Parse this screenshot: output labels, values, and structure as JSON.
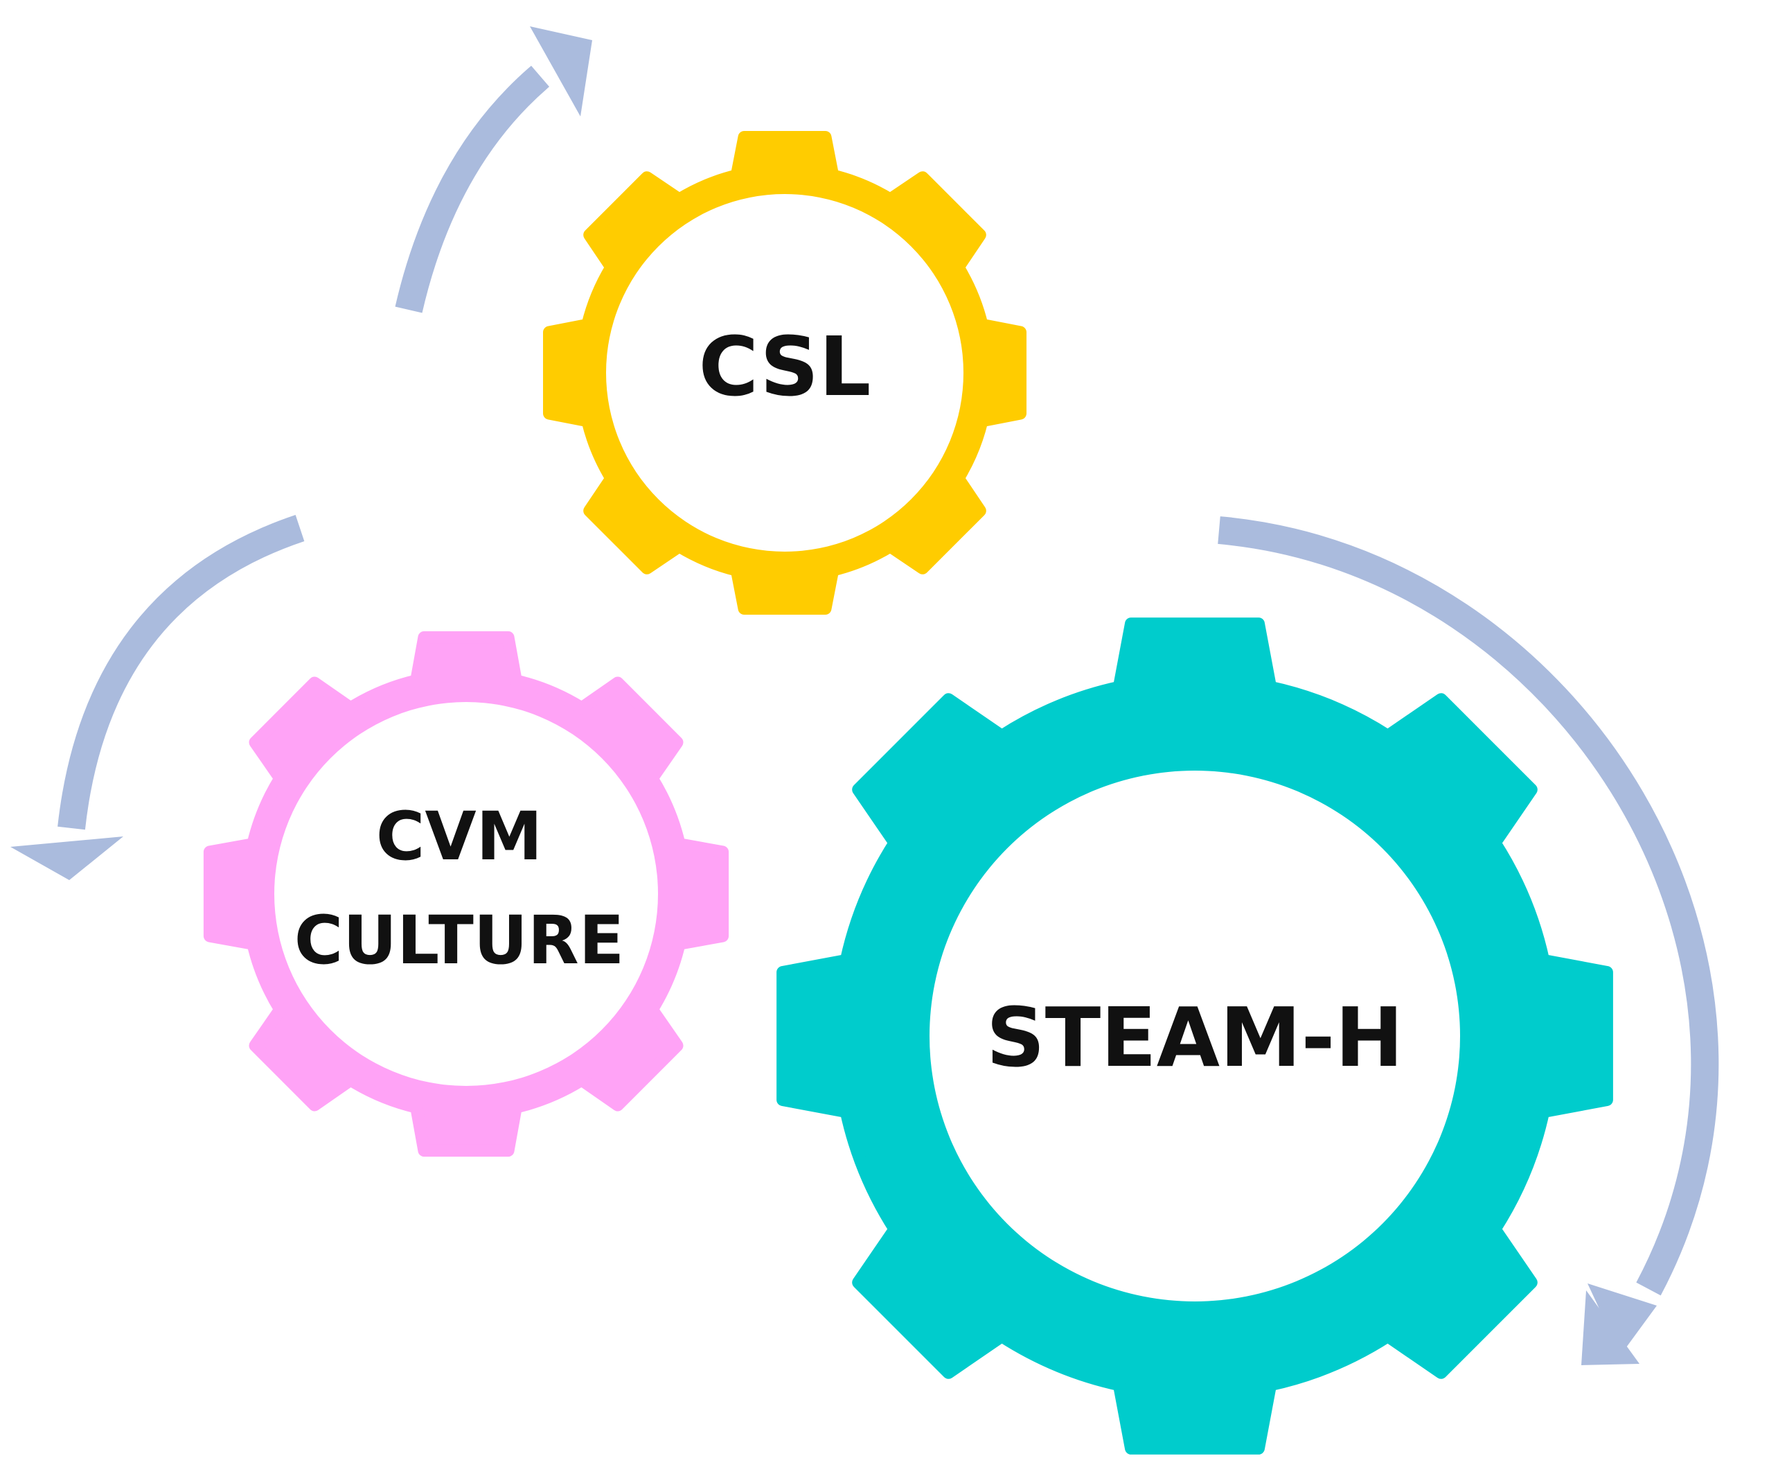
{
  "gears": [
    {
      "id": "csl",
      "label_lines": [
        "CSL"
      ],
      "color": "#FFCC00"
    },
    {
      "id": "cvm-culture",
      "label_lines": [
        "CVM",
        "CULTURE"
      ],
      "color": "#FFA3F6"
    },
    {
      "id": "steam-h",
      "label_lines": [
        "STEAM-H"
      ],
      "color": "#00CCCC"
    }
  ],
  "arrow_color": "#AABBDD",
  "arrows": [
    {
      "id": "arrow-top",
      "direction": "clockwise"
    },
    {
      "id": "arrow-left",
      "direction": "counterclockwise"
    },
    {
      "id": "arrow-right",
      "direction": "clockwise"
    }
  ]
}
